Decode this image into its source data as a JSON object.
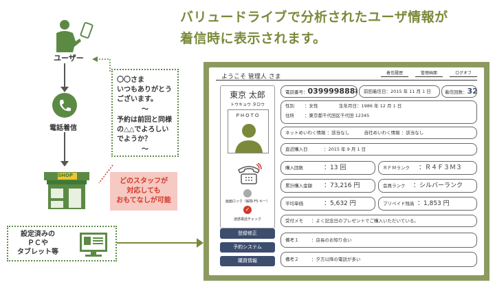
{
  "headline": {
    "line1": "バリュードライブで分析されたユーザ情報が",
    "line2": "着信時に表示されます。"
  },
  "flow": {
    "user_label": "ユーザー",
    "phone_label": "電話着信",
    "shop_label": "SHOP",
    "speech": {
      "line1": "〇〇さま",
      "line2": "いつもありがとう",
      "line3": "ございます。",
      "sep1": "～",
      "line4": "予約は前回と同様",
      "line5": "の△△でよろしい",
      "line6": "でようか？",
      "sep2": "～"
    },
    "pink": {
      "line1": "どのスタッフが",
      "line2": "対応しても",
      "line3": "おもてなしが可能"
    },
    "device": {
      "line1": "設定済みの",
      "line2": "ＰＣや",
      "line3": "タブレット等"
    }
  },
  "screen": {
    "welcome": "ようこそ 管理人 さま",
    "top_buttons": [
      "着信履歴",
      "管理画面",
      "ログオフ"
    ],
    "profile": {
      "name": "東京 太郎",
      "kana": "トウキョウ タロウ",
      "photo_label": "PHOTO",
      "lock_label": "画面ロック（解除:F5 キー）",
      "check_label": "迷惑電話チェック"
    },
    "side_buttons": [
      "登録修正",
      "予約システム",
      "購買情報"
    ],
    "phone": {
      "label": "電話番号：",
      "value": "0399998888"
    },
    "last_call": {
      "label": "前回着信日：",
      "value": "2015 年 11 月 1 日"
    },
    "call_count": {
      "label": "着信回数：",
      "value": "32"
    },
    "gender": {
      "label": "性別",
      "value": "：女性"
    },
    "birthday": {
      "label": "生年月日",
      "value": "：1986 年 12 月 1 日"
    },
    "address": {
      "label": "住所",
      "value": "：東京都千代田区千代田 12345"
    },
    "net_uwasa": {
      "label": "ネットめいわく情報",
      "value": "：該当なし"
    },
    "own_uwasa": {
      "label": "自社めいわく情報",
      "value": "：該当なし"
    },
    "last_purchase": {
      "label": "直近購入日",
      "value": "：2015 年 9 月 1 日"
    },
    "purchase_count": {
      "label": "購入回数",
      "value": "：13 回"
    },
    "rfm": {
      "label": "ＲＦＭランク",
      "value": "：Ｒ４Ｆ３Ｍ３"
    },
    "total_amount": {
      "label": "累計購入金額",
      "value": "：73,216 円"
    },
    "member_rank": {
      "label": "会員ランク",
      "value": "：シルバーランク"
    },
    "avg_price": {
      "label": "平均単価",
      "value": "：5,632 円"
    },
    "prepaid": {
      "label": "プリペイド残高",
      "value": "：1,853 円"
    },
    "memo": {
      "label": "受付メモ",
      "value": "：よく記念日のプレゼントでご購入いただいている。"
    },
    "note1": {
      "label": "備考１",
      "value": "：店長のお知り合い"
    },
    "note2": {
      "label": "備考２",
      "value": "：夕方以降の電話が多い"
    }
  },
  "colors": {
    "accent": "#7a8a3a",
    "green": "#5c8a45",
    "navy": "#3d4d6e",
    "alert": "#d23a2a"
  }
}
